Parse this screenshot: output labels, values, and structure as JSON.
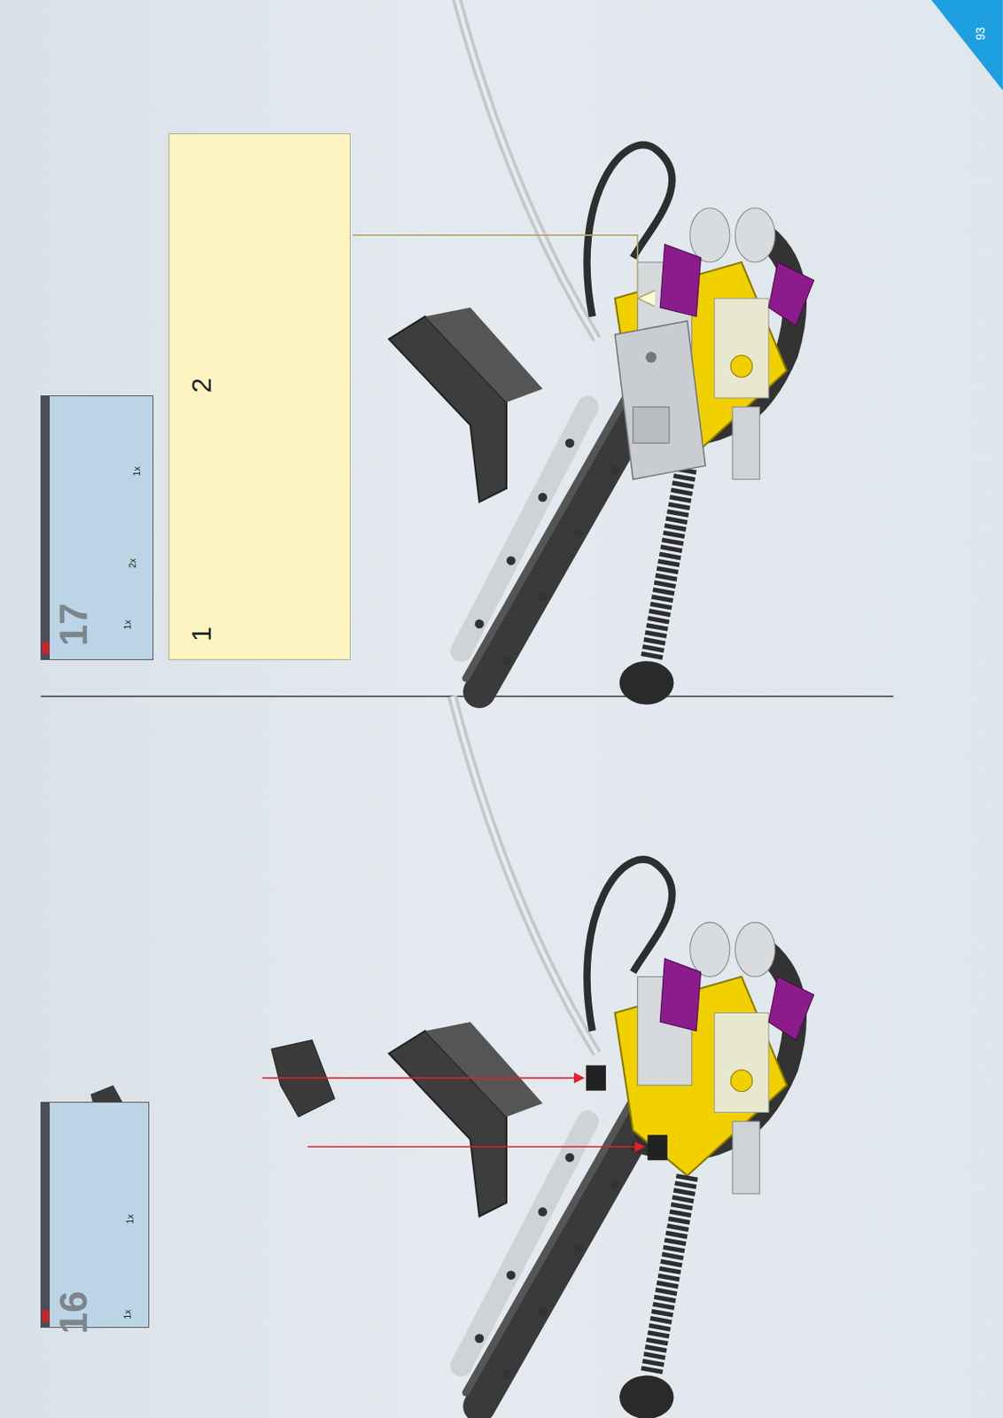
{
  "diagram": {
    "nodes": [
      {
        "text": [
          "16",
          "1x",
          "1x"
        ]
      },
      {
        "text": [
          "17",
          "1x",
          "2x",
          "1x"
        ]
      },
      {
        "text": [
          "1",
          "2"
        ]
      }
    ],
    "labels": [
      "93"
    ]
  }
}
